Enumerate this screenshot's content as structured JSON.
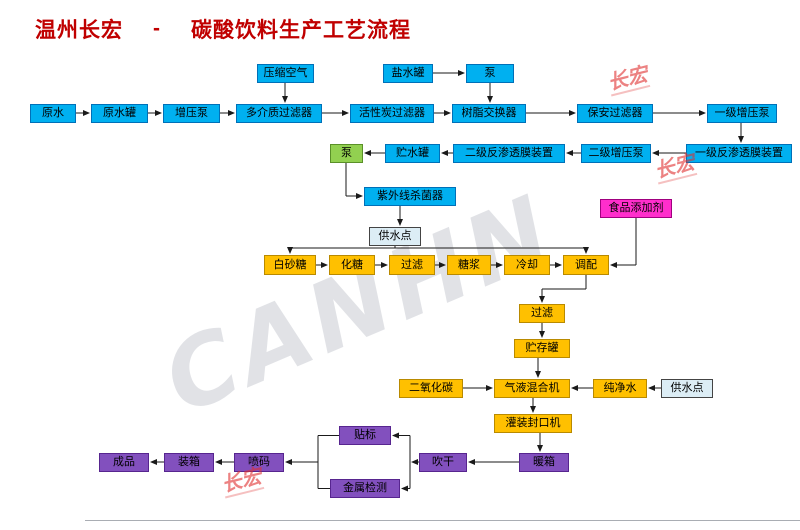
{
  "title": {
    "company": "温州长宏",
    "separator": "-",
    "name": "碳酸饮料生产工艺流程"
  },
  "watermark": {
    "text": "CANHN",
    "stamp": "长宏"
  },
  "nodes": {
    "yasuo_kongqi": {
      "label": "压缩空气"
    },
    "yanshui_guan": {
      "label": "盐水罐"
    },
    "beng_top": {
      "label": "泵"
    },
    "yuanshui": {
      "label": "原水"
    },
    "yuanshui_guan": {
      "label": "原水罐"
    },
    "zengya_beng": {
      "label": "增压泵"
    },
    "duojiezhi": {
      "label": "多介质过滤器"
    },
    "huoxingtan": {
      "label": "活性炭过滤器"
    },
    "shuzhi": {
      "label": "树脂交换器"
    },
    "baoan": {
      "label": "保安过滤器"
    },
    "yiji_zengya": {
      "label": "一级增压泵"
    },
    "yiji_fanshentou": {
      "label": "一级反渗透膜装置"
    },
    "erji_zengya": {
      "label": "二级增压泵"
    },
    "erji_fanshentou": {
      "label": "二级反渗透膜装置"
    },
    "zhushui_guan": {
      "label": "贮水罐"
    },
    "beng_green": {
      "label": "泵"
    },
    "ziwaixian": {
      "label": "紫外线杀菌器"
    },
    "gongshuidian_1": {
      "label": "供水点"
    },
    "shipin_tianjiaji": {
      "label": "食品添加剂"
    },
    "baishatang": {
      "label": "白砂糖"
    },
    "huatang": {
      "label": "化糖"
    },
    "guolv_1": {
      "label": "过滤"
    },
    "tangjiang": {
      "label": "糖浆"
    },
    "lengque": {
      "label": "冷却"
    },
    "tiaopei": {
      "label": "调配"
    },
    "guolv_2": {
      "label": "过滤"
    },
    "zhucun_guan": {
      "label": "贮存罐"
    },
    "eryanghuatan": {
      "label": "二氧化碳"
    },
    "qiye_hunheji": {
      "label": "气液混合机"
    },
    "chunjing_shui": {
      "label": "纯净水"
    },
    "gongshuidian_2": {
      "label": "供水点"
    },
    "guanzhuang": {
      "label": "灌装封口机"
    },
    "nuanxiang": {
      "label": "暖箱"
    },
    "chuigan": {
      "label": "吹干"
    },
    "tiebiao": {
      "label": "贴标"
    },
    "jinshu_jiance": {
      "label": "金属检测"
    },
    "penma": {
      "label": "喷码"
    },
    "zhuangxiang": {
      "label": "装箱"
    },
    "chengpin": {
      "label": "成品"
    }
  }
}
